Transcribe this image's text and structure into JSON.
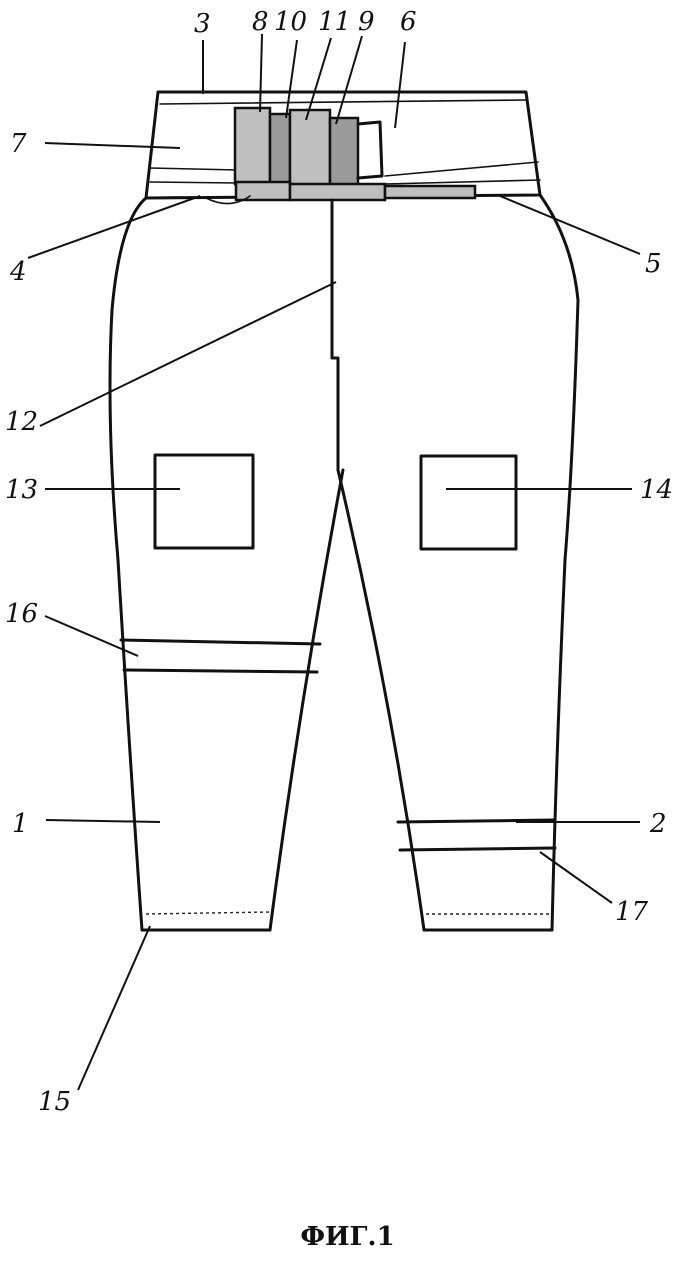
{
  "figure": {
    "caption": "ФИГ.1",
    "labels": {
      "l1": "1",
      "l2": "2",
      "l3": "3",
      "l4": "4",
      "l5": "5",
      "l6": "6",
      "l7": "7",
      "l8": "8",
      "l9": "9",
      "l10": "10",
      "l11": "11",
      "l12": "12",
      "l13": "13",
      "l14": "14",
      "l15": "15",
      "l16": "16",
      "l17": "17"
    },
    "colors": {
      "ink": "#111111",
      "fabric_texture": "#bfbfbf"
    }
  }
}
